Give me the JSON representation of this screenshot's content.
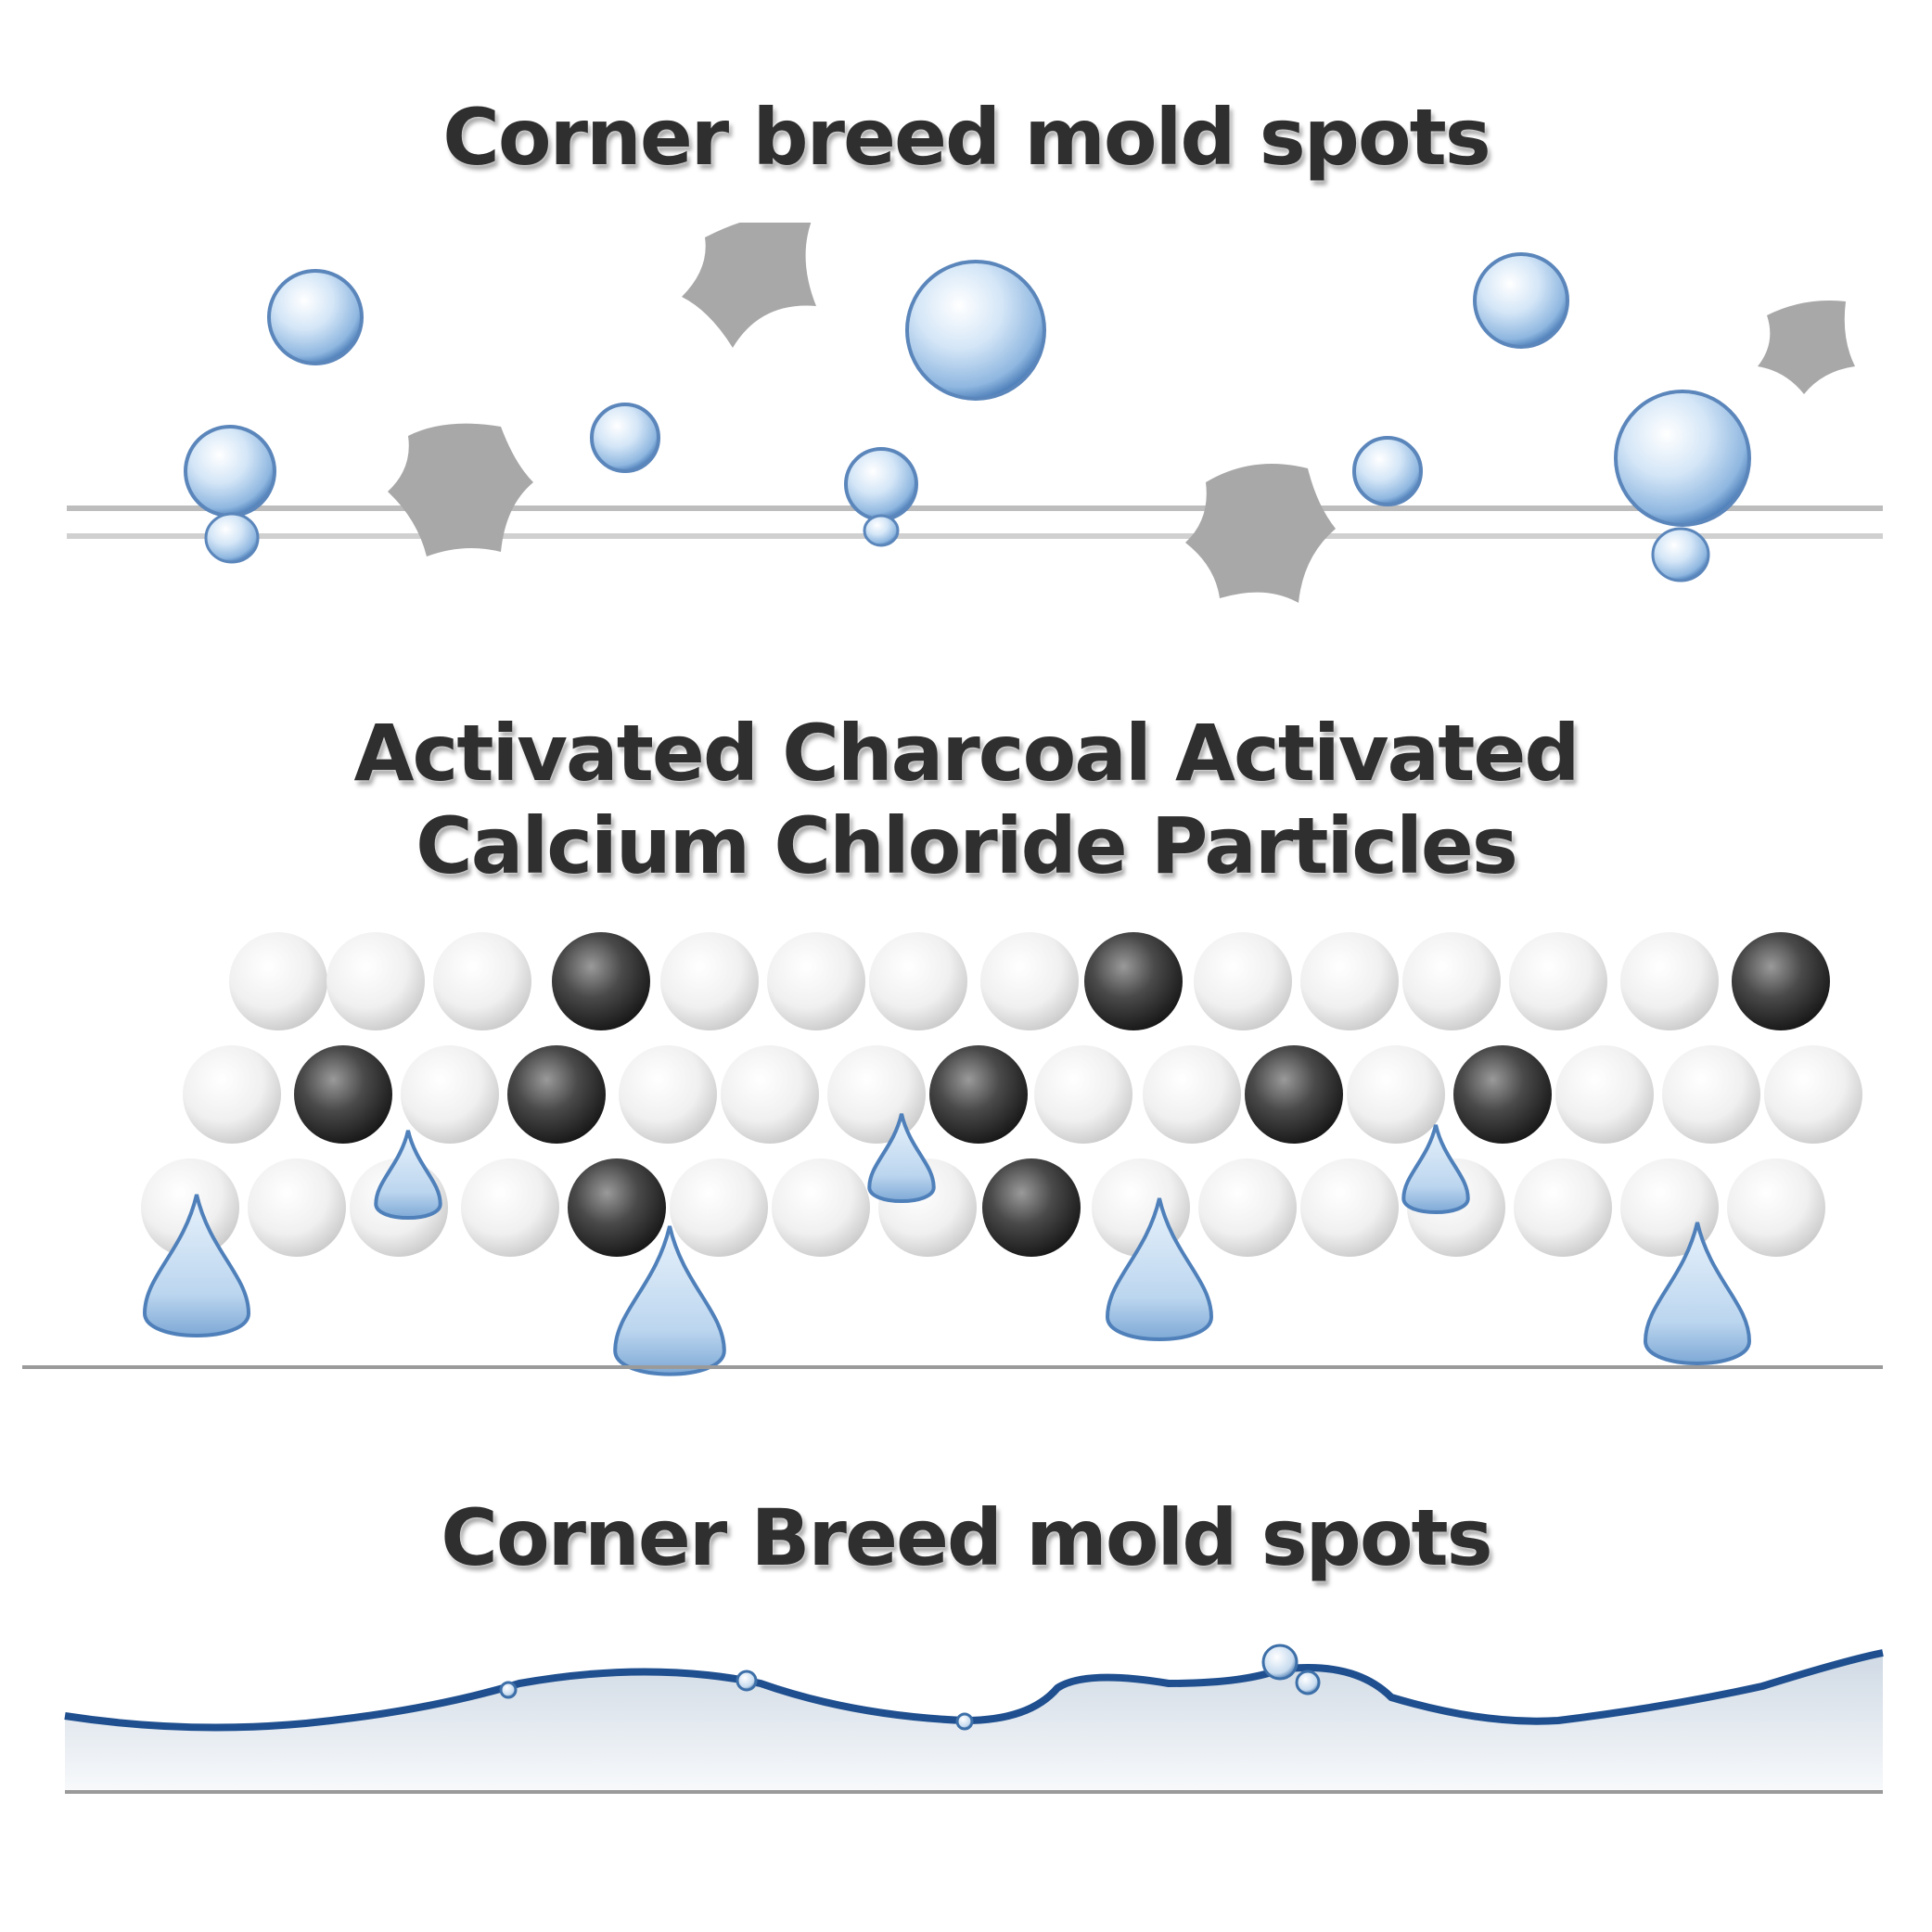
{
  "sections": [
    {
      "title": "Corner breed mold spots"
    },
    {
      "title_line1": "Activated Charcoal Activated",
      "title_line2": "Calcium Chloride Particles"
    },
    {
      "title": "Corner Breed mold spots"
    }
  ],
  "colors": {
    "text": "#2f2f2f",
    "water": "#9fc3e6",
    "water_edge": "#3d6fa8",
    "mold": "#a6a6a6",
    "charcoal": "#333333",
    "calcium": "#ececec",
    "line": "#b5b5b5",
    "water_surface": "#1f4f8f"
  },
  "icons": [
    "water-droplet-icon",
    "mold-spot-icon",
    "charcoal-particle-icon",
    "calcium-particle-icon",
    "falling-drop-icon",
    "water-surface-icon"
  ]
}
